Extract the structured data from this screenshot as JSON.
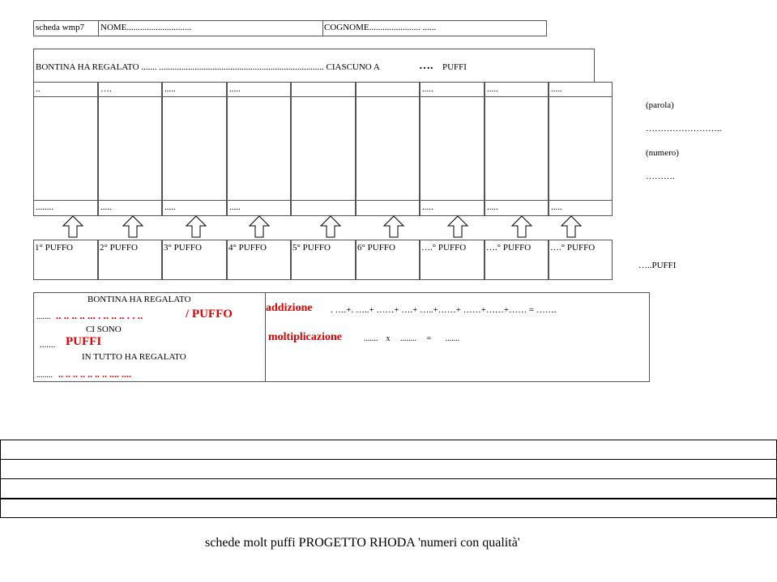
{
  "header": {
    "scheda": "scheda wmp7",
    "nome": "NOME.............................",
    "cognome": "COGNOME.......................  ......"
  },
  "sentence": {
    "text": "BONTINA HA REGALATO ....... .......................................................................... CIASCUNO A",
    "dots": "….",
    "puffi": "PUFFI"
  },
  "top_cells": [
    "..",
    "….",
    ".....",
    ".....",
    "",
    "",
    ".....",
    ".....",
    "....."
  ],
  "bottom_cells": [
    "........",
    ".....",
    ".....",
    ".....",
    "",
    "",
    ".....",
    ".....",
    "....."
  ],
  "puffo_labels": [
    "1° PUFFO",
    "2° PUFFO",
    "3° PUFFO",
    "4° PUFFO",
    "5° PUFFO",
    "6° PUFFO",
    "….° PUFFO",
    "….° PUFFO",
    "….° PUFFO"
  ],
  "side": {
    "parola_label": "(parola)",
    "parola_dots": "……………………..",
    "numero_label": "(numero)",
    "numero_dots": "……….",
    "puffi_total": "…..PUFFI"
  },
  "summary": {
    "line1": "BONTINA HA REGALATO",
    "line2_dots_black": ".......",
    "line2_dots_red": ".. .. .. .. ... . .. .. .. . . ..",
    "line2_label": "/ PUFFO",
    "line3": "CI SONO",
    "line4_dots": ".......",
    "line4_label": "PUFFI",
    "line5": "IN TUTTO HA REGALATO",
    "line6_dots_black": "........",
    "line6_dots_red": ".. .. .. .. .. .. .. .... ...."
  },
  "operations": {
    "addizione_label": "addizione",
    "addizione_expr": ". ….+. …..+ ……+ ….+ …..+……+ ……+……+…… = …….",
    "moltiplicazione_label": "moltiplicazione",
    "moltiplicazione_expr": ".......    x     ........     =       ......."
  },
  "footer": {
    "caption": "schede molt puffi PROGETTO RHODA 'numeri con qualità'"
  }
}
